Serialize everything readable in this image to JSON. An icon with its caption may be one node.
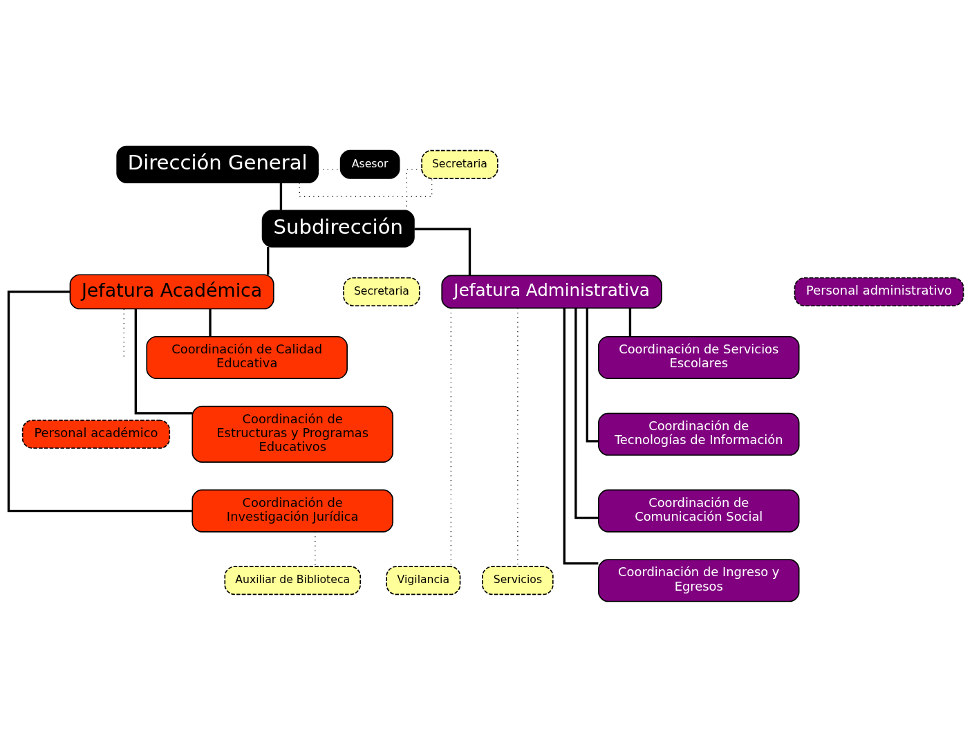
{
  "diagram": {
    "nodes": [
      {
        "text": [
          "Dirección General"
        ]
      },
      {
        "text": [
          "Asesor"
        ]
      },
      {
        "text": [
          "Secretaria"
        ]
      },
      {
        "text": [
          "Subdirección"
        ]
      },
      {
        "text": [
          "Jefatura Académica"
        ]
      },
      {
        "text": [
          "Secretaria"
        ]
      },
      {
        "text": [
          "Jefatura Administrativa"
        ]
      },
      {
        "text": [
          "Personal administrativo"
        ]
      },
      {
        "text": [
          "Coordinación de Calidad Educativa"
        ]
      },
      {
        "text": [
          "Coordinación de Servicios Escolares"
        ]
      },
      {
        "text": [
          "Coordinación de Estructuras y Programas Educativos"
        ]
      },
      {
        "text": [
          "Coordinación de Tecnologías de Información"
        ]
      },
      {
        "text": [
          "Personal académico"
        ]
      },
      {
        "text": [
          "Coordinación de Investigación Jurídica"
        ]
      },
      {
        "text": [
          "Coordinación de Comunicación Social"
        ]
      },
      {
        "text": [
          "Vigilancia"
        ]
      },
      {
        "text": [
          "Auxiliar de Biblioteca"
        ]
      },
      {
        "text": [
          "Servicios"
        ]
      },
      {
        "text": [
          "Coordinación de Ingreso y Egresos"
        ]
      }
    ],
    "edges": [
      {
        "from": 0,
        "to": 3,
        "arrow": "none"
      },
      {
        "from": 0,
        "to": 1,
        "arrow": "none",
        "style": "dashed"
      },
      {
        "from": 0,
        "to": 2,
        "arrow": "none",
        "style": "dashed"
      },
      {
        "from": 2,
        "to": 3,
        "arrow": "none",
        "style": "dashed"
      },
      {
        "from": 3,
        "to": 4,
        "arrow": "none"
      },
      {
        "from": 3,
        "to": 6,
        "arrow": "none"
      },
      {
        "from": 4,
        "to": 8,
        "arrow": "none"
      },
      {
        "from": 4,
        "to": 10,
        "arrow": "none"
      },
      {
        "from": 4,
        "to": 13,
        "arrow": "none"
      },
      {
        "from": 6,
        "to": 9,
        "arrow": "none"
      },
      {
        "from": 6,
        "to": 11,
        "arrow": "none"
      },
      {
        "from": 6,
        "to": 14,
        "arrow": "none"
      },
      {
        "from": 6,
        "to": 18,
        "arrow": "none"
      },
      {
        "from": 13,
        "to": 16,
        "arrow": "none",
        "style": "dashed"
      },
      {
        "from": 6,
        "to": 15,
        "arrow": "none",
        "style": "dashed"
      },
      {
        "from": 6,
        "to": 17,
        "arrow": "none",
        "style": "dashed"
      },
      {
        "from": 4,
        "to": null,
        "arrow": "none",
        "style": "dashed"
      }
    ]
  }
}
